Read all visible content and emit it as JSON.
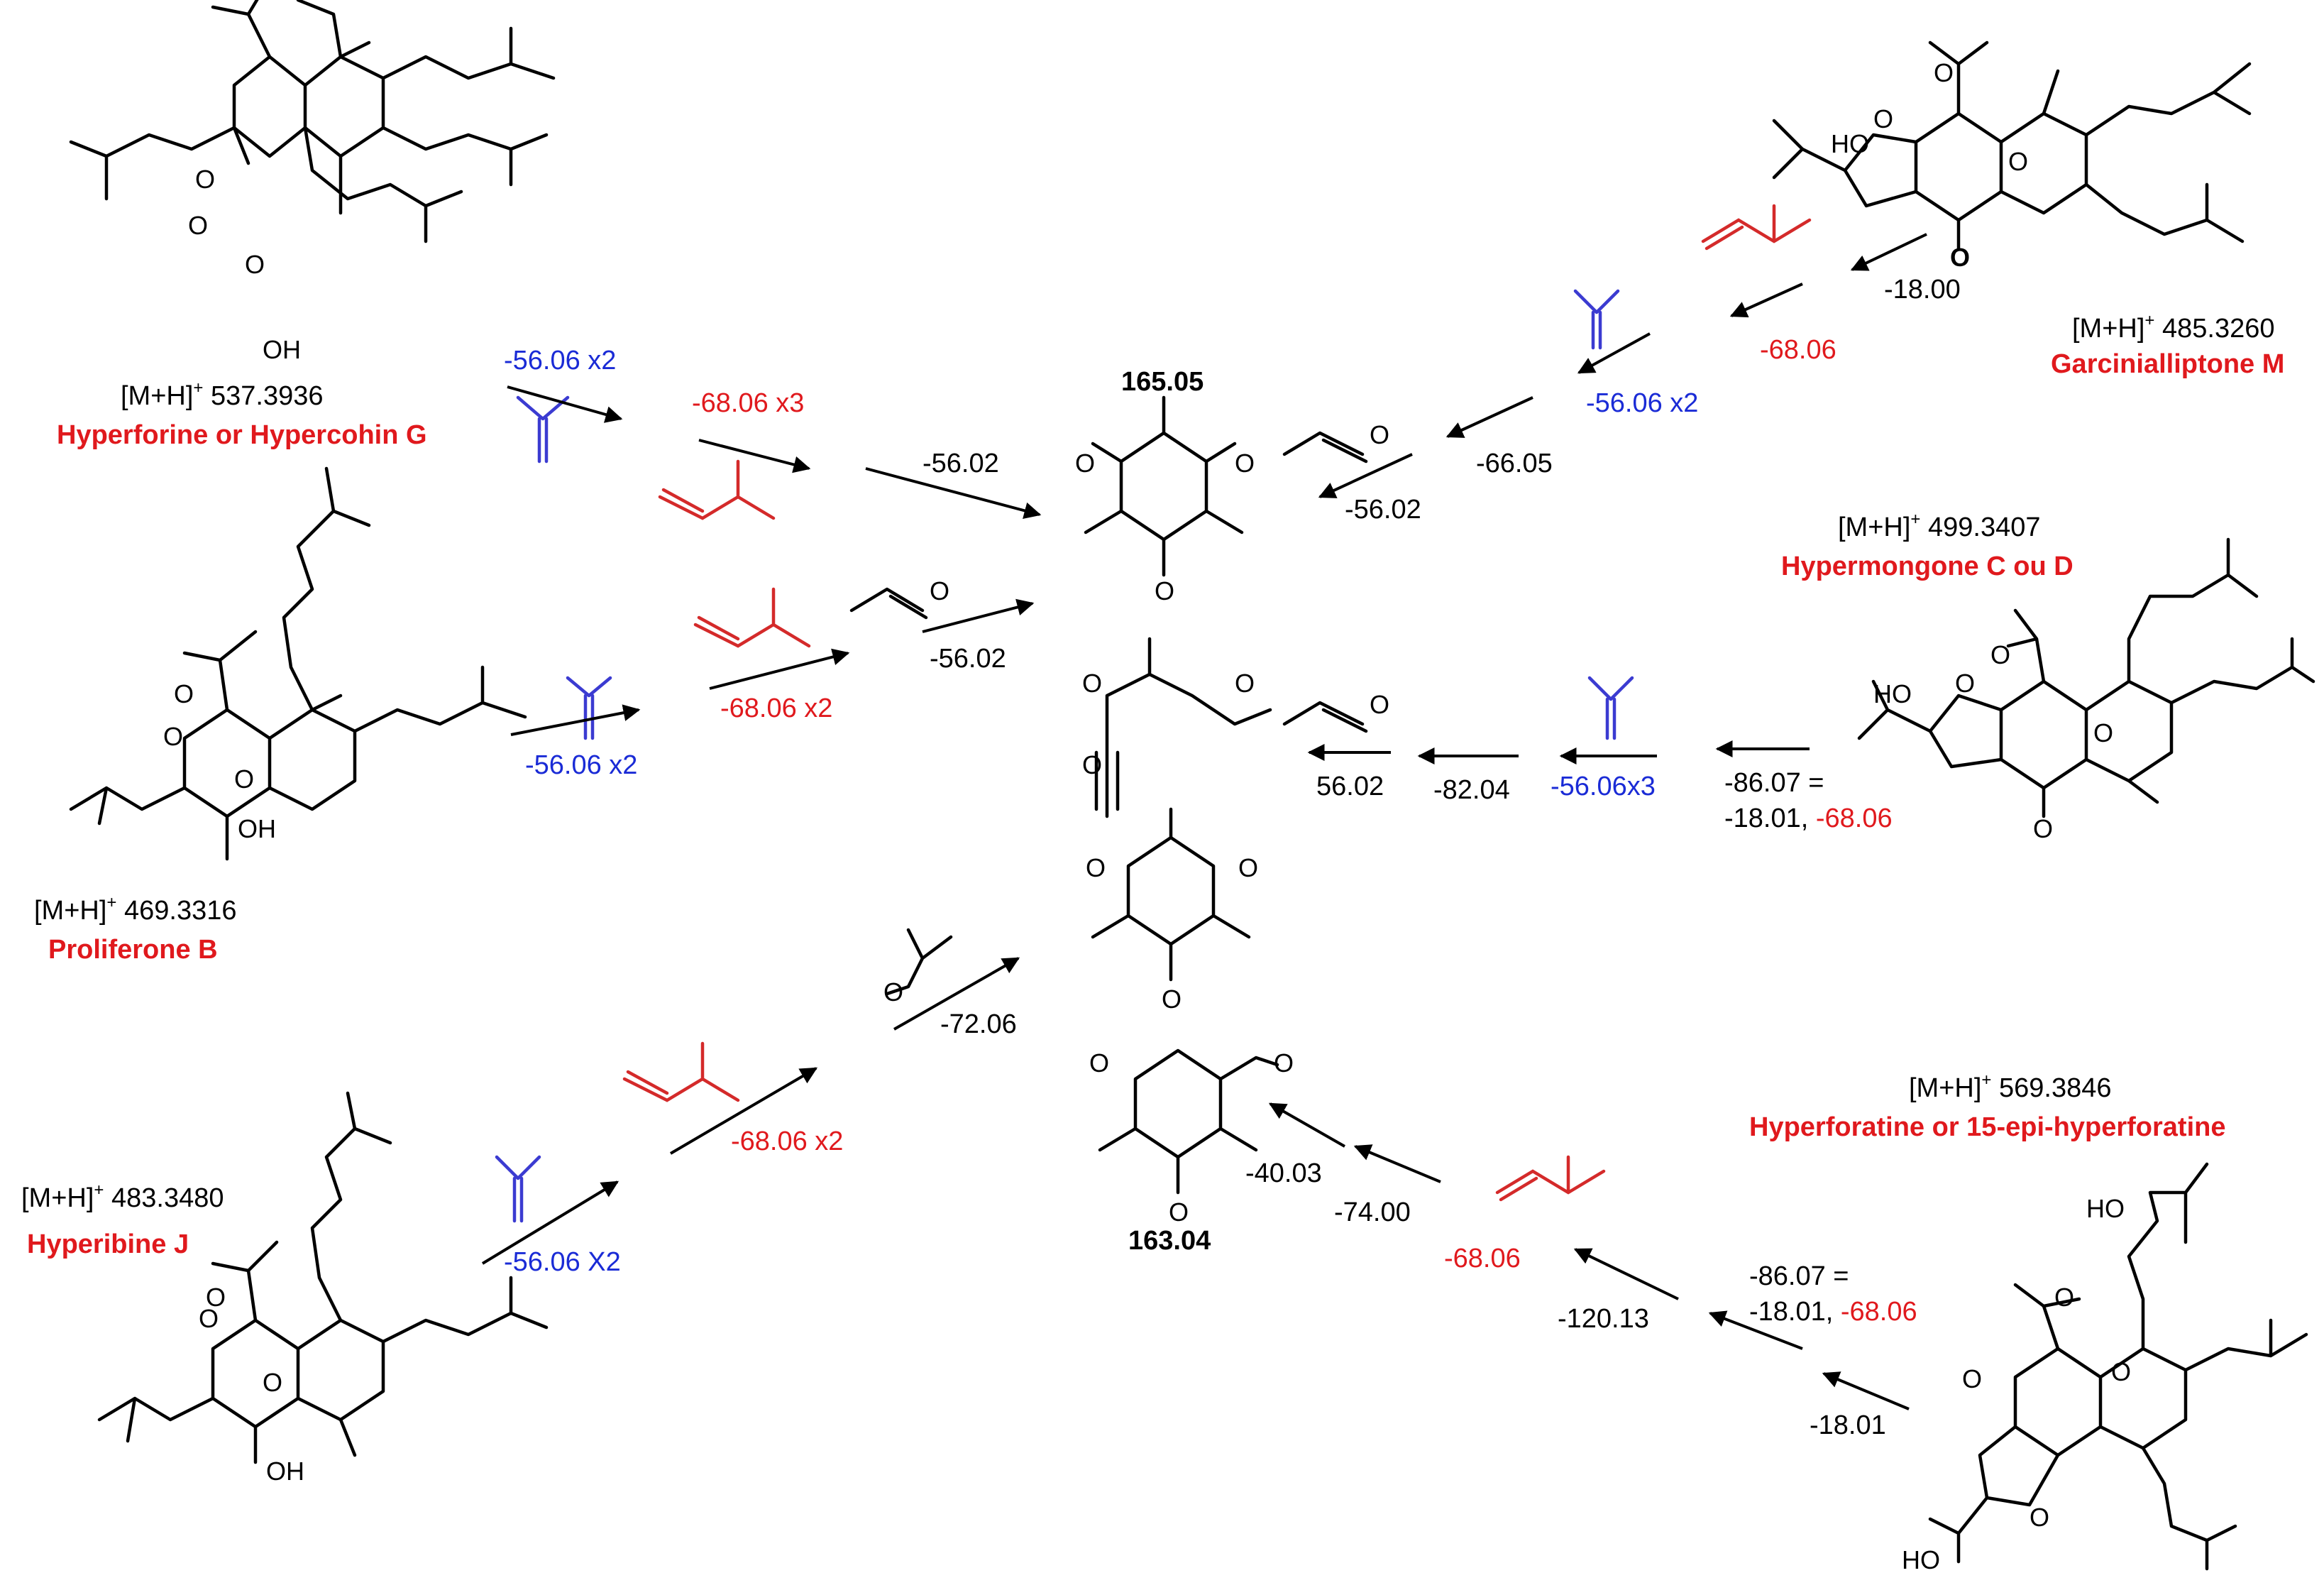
{
  "compounds": [
    {
      "mz": "[M+H]+ 537.3936",
      "ion": "[M+H]",
      "value": "537.3936",
      "name": "Hyperforine or Hypercohin G"
    },
    {
      "mz": "[M+H]+ 469.3316",
      "ion": "[M+H]",
      "value": "469.3316",
      "name": "Proliferone B"
    },
    {
      "mz": "[M+H]+ 483.3480",
      "ion": "[M+H]",
      "value": "483.3480",
      "name": "Hyperibine J"
    },
    {
      "mz": "[M+H]+ 485.3260",
      "ion": "[M+H]",
      "value": "485.3260",
      "name": "Garcinialliptone M"
    },
    {
      "mz": "[M+H]+ 499.3407",
      "ion": "[M+H]",
      "value": "499.3407",
      "name": "Hypermongone C ou D"
    },
    {
      "mz": "[M+H]+ 569.3846",
      "ion": "[M+H]",
      "value": "569.3846",
      "name": "Hyperforatine or 15-epi-hyperforatine"
    }
  ],
  "fragments": {
    "top_mass": "165.05",
    "bottom_mass": "163.04"
  },
  "losses": {
    "l1_blue": "-56.06 x2",
    "l1_red": "-68.06 x3",
    "l1_black": "-56.02",
    "l2_blue": "-56.06 x2",
    "l2_red": "-68.06 x2",
    "l2_black": "-56.02",
    "l3_blue": "-56.06 X2",
    "l3_red": "-68.06 x2",
    "l3_black": "-72.06",
    "r1_water": "-18.00",
    "r1_red": "-68.06",
    "r1_blue": "-56.06 x2",
    "r1_a": "-66.05",
    "r1_b": "-56.02",
    "r2_combo_1": "-86.07 =",
    "r2_combo_2": "-18.01, ",
    "r2_combo_red": "-68.06",
    "r2_blue": "-56.06x3",
    "r2_a": "-82.04",
    "r2_b": "56.02",
    "r3_combo_1": "-86.07 =",
    "r3_combo_2": "-18.01, ",
    "r3_combo_red": "-68.06",
    "r3_water": "-18.01",
    "r3_a": "-120.13",
    "r3_red": "-68.06",
    "r3_b": "-74.00",
    "r3_c": "-40.03"
  },
  "atoms": {
    "O": "O",
    "OH": "OH",
    "HO": "HO",
    "plus": "+"
  },
  "colors": {
    "red": "#e0191d",
    "blue": "#1a2bd6",
    "black": "#000000"
  }
}
